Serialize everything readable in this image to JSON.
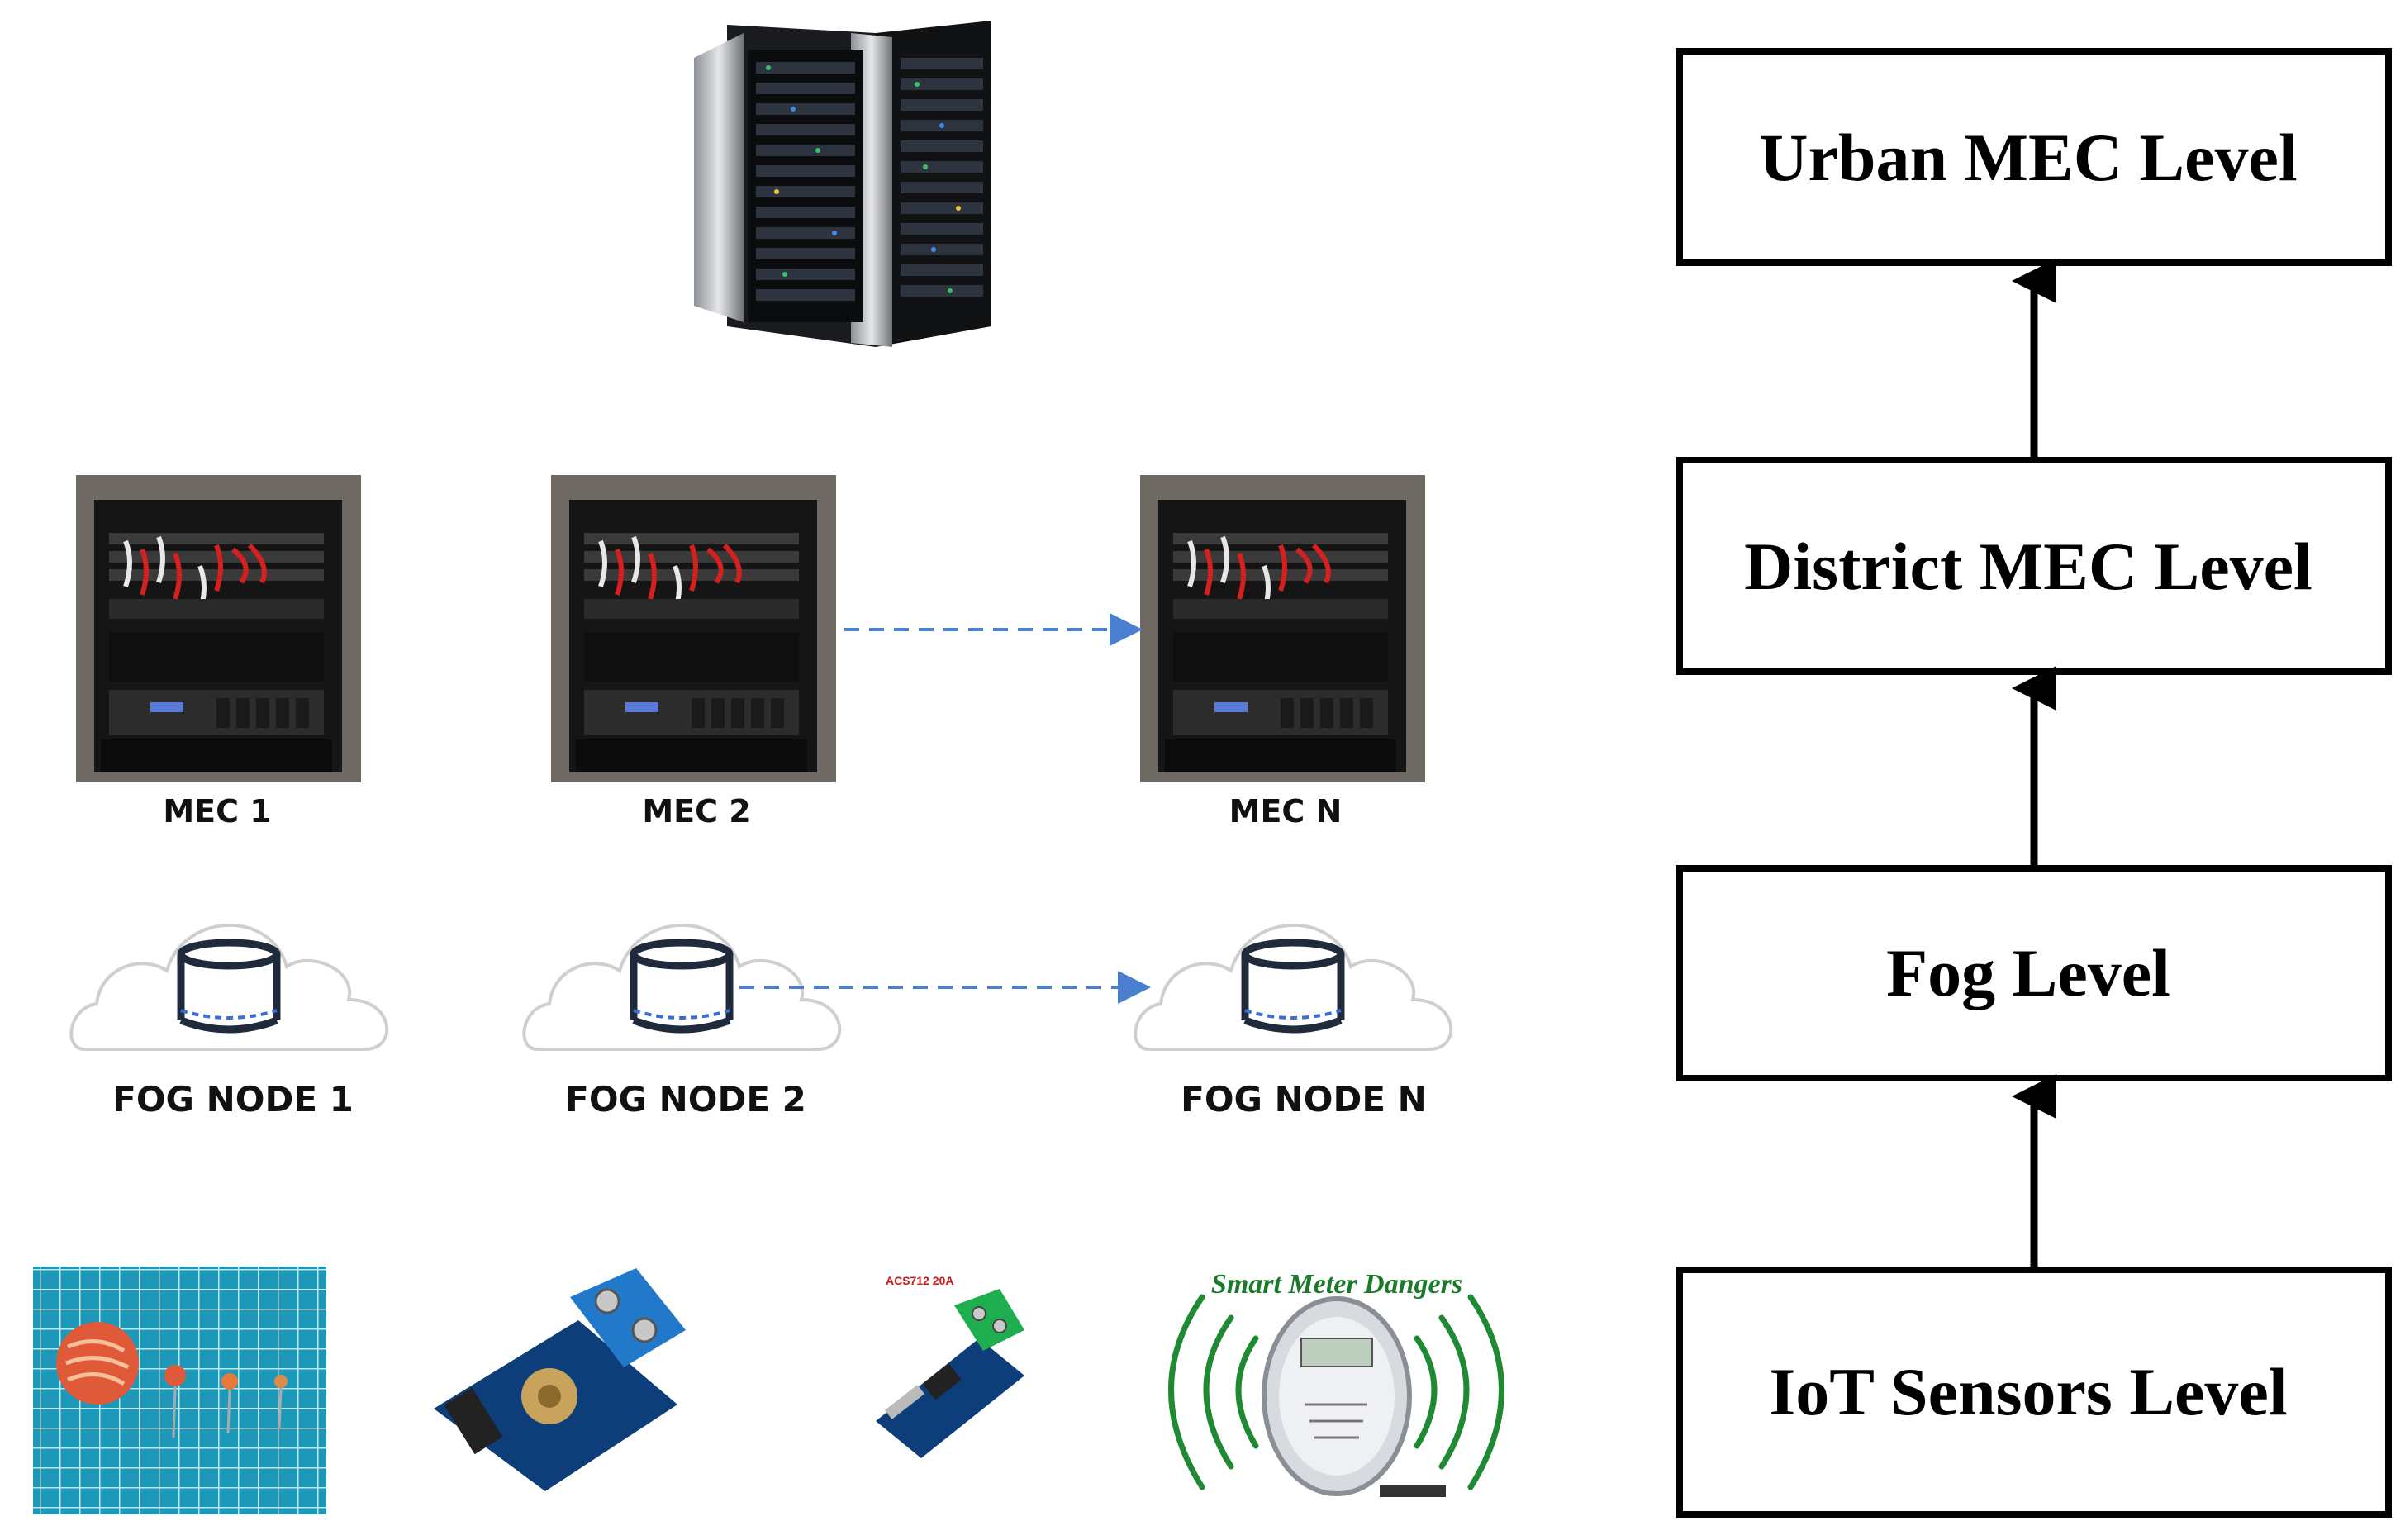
{
  "levels": {
    "urban": "Urban MEC Level",
    "district": "District MEC Level",
    "fog": "Fog Level",
    "iot": "IoT Sensors Level"
  },
  "mec_nodes": [
    "MEC 1",
    "MEC 2",
    "MEC N"
  ],
  "fog_nodes": [
    "FOG NODE 1",
    "FOG NODE 2",
    "FOG NODE N"
  ],
  "sensors": {
    "current_sensor_label": "ACS712  20A",
    "smart_meter_title": "Smart Meter Dangers"
  },
  "colors": {
    "link_arrow": "#4a7fd0",
    "box_border": "#000000",
    "node_icon": "#1f2b3a",
    "smart_meter_text": "#1a7a2a",
    "sensor_red": "#d01818"
  }
}
